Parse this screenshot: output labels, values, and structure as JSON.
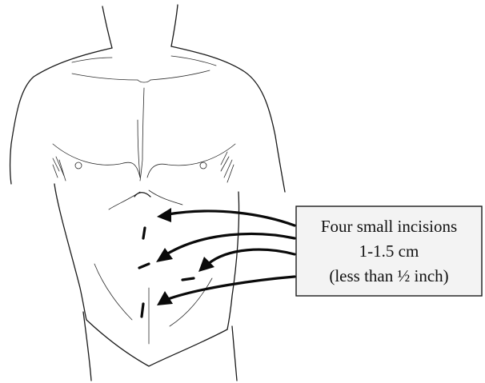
{
  "callout": {
    "line1": "Four small incisions",
    "line2": "1-1.5 cm",
    "line3": "(less than ½ inch)"
  },
  "incision_count": 4
}
